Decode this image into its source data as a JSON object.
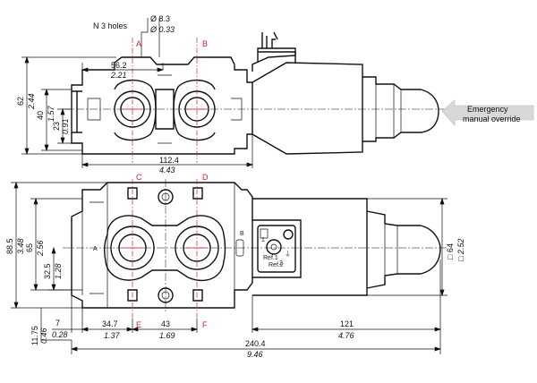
{
  "holes_note": {
    "count": "N 3 holes",
    "dia_mm": "Ø 8.3",
    "dia_in": "Ø 0.33"
  },
  "ports": {
    "a_top": "A",
    "b_top": "B",
    "c": "C",
    "d": "D",
    "e": "E",
    "f": "F",
    "a_side": "A",
    "b_side": "B"
  },
  "emergency": {
    "line1": "Emergency",
    "line2": "manual override"
  },
  "top_view": {
    "d_56_2": {
      "mm": "56.2",
      "in": "2.21"
    },
    "d_112_4": {
      "mm": "112.4",
      "in": "4.43"
    },
    "d_62": {
      "mm": "62",
      "in": "2.44"
    },
    "d_40": {
      "mm": "40",
      "in": "1.57"
    },
    "d_23": {
      "mm": "23",
      "in": "0.91"
    }
  },
  "front_view": {
    "d_88_5": {
      "mm": "88.5",
      "in": "3.48"
    },
    "d_65": {
      "mm": "65",
      "in": "2.56"
    },
    "d_32_5": {
      "mm": "32.5",
      "in": "1.28"
    },
    "d_11_75": {
      "mm": "11.75",
      "in": "0.46"
    },
    "d_7": {
      "mm": "7",
      "in": "0.28"
    },
    "d_34_7": {
      "mm": "34.7",
      "in": "1.37"
    },
    "d_43": {
      "mm": "43",
      "in": "1.69"
    },
    "d_121": {
      "mm": "121",
      "in": "4.76"
    },
    "d_240_4": {
      "mm": "240.4",
      "in": "9.46"
    },
    "d_64": {
      "mm": "□ 64",
      "in": "□ 2.52"
    }
  },
  "connector_labels": {
    "pin1": "1",
    "pin2": "2",
    "pin_e": "⏚",
    "ref": "Ref.1",
    "ref2": "Ref.2"
  }
}
